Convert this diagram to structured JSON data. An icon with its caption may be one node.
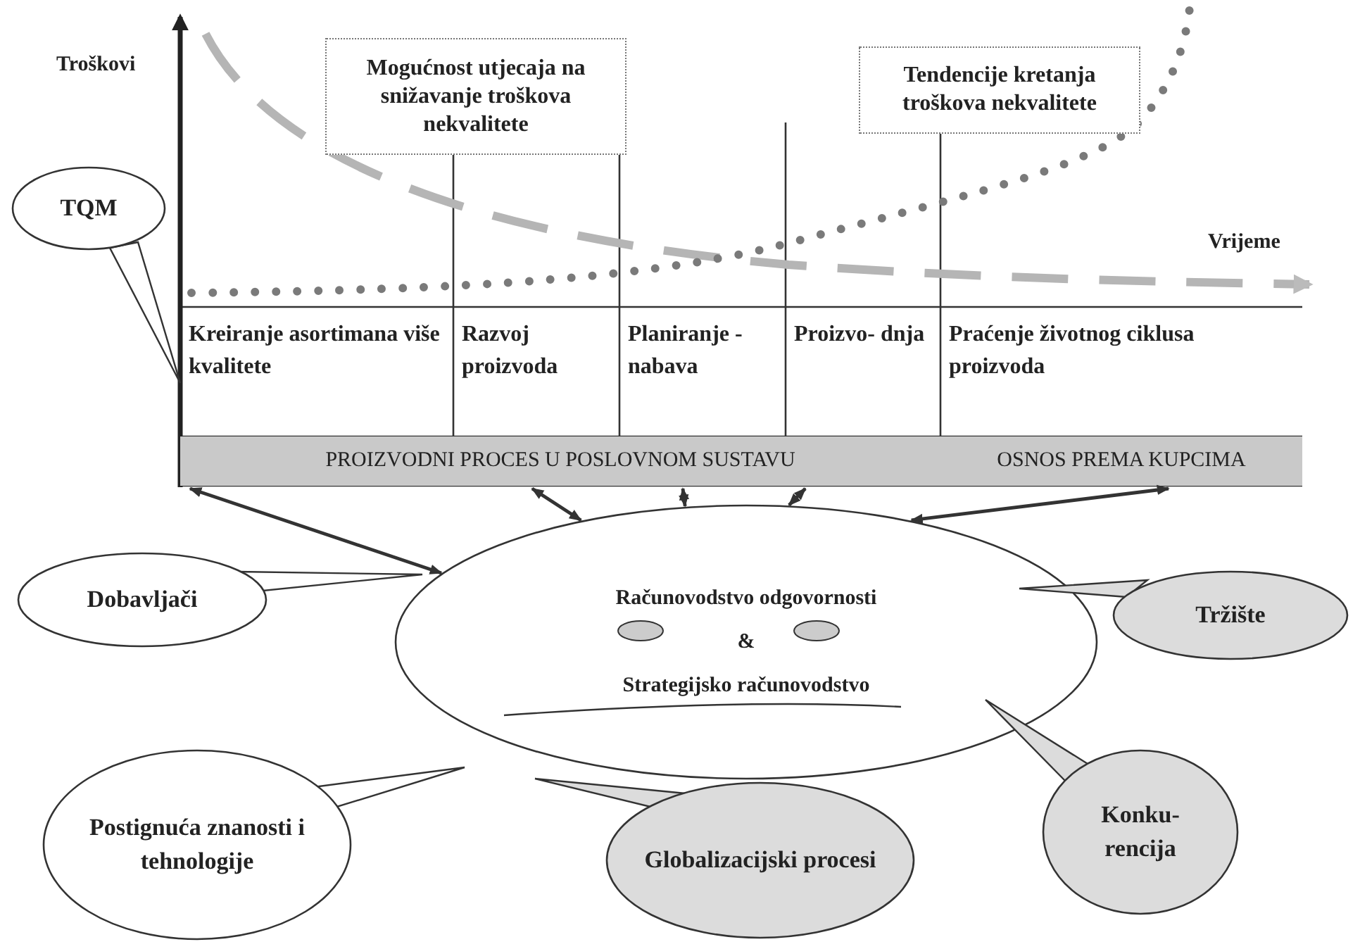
{
  "diagram": {
    "nodes": [
      {
        "text": [
          "Mogućnost utjecaja na snižavanje troškova nekvalitete"
        ]
      },
      {
        "text": [
          "Tendencije kretanja troškova nekvalitete"
        ]
      },
      {
        "text": [
          "TQM"
        ]
      },
      {
        "text": [
          "Kreiranje asortimana više kvalitete"
        ]
      },
      {
        "text": [
          "Razvoj proizvoda"
        ]
      },
      {
        "text": [
          "Planiranje - nabava"
        ]
      },
      {
        "text": [
          "Proizvo- dnja"
        ]
      },
      {
        "text": [
          "Praćenje životnog ciklusa proizvoda"
        ]
      },
      {
        "text": [
          "PROIZVODNI PROCES U POSLOVNOM SUSTAVU"
        ]
      },
      {
        "text": [
          "OSNOS PREMA KUPCIMA"
        ]
      },
      {
        "text": [
          "Računovodstvo odgovornosti",
          "&",
          "Strategijsko računovodstvo"
        ]
      },
      {
        "text": [
          "Dobavljači"
        ]
      },
      {
        "text": [
          "Tržište"
        ]
      },
      {
        "text": [
          "Postignuća znanosti i tehnologije"
        ]
      },
      {
        "text": [
          "Globalizacijski procesi"
        ]
      },
      {
        "text": [
          "Konku- rencija"
        ]
      }
    ],
    "edges": [
      {
        "from": 10,
        "to": 8,
        "arrow": "both"
      },
      {
        "from": 10,
        "to": 8,
        "arrow": "both"
      },
      {
        "from": 10,
        "to": 8,
        "arrow": "both"
      },
      {
        "from": 10,
        "to": 8,
        "arrow": "both"
      },
      {
        "from": 10,
        "to": 9,
        "arrow": "both"
      }
    ],
    "labels": [
      "Troškovi",
      "Vrijeme"
    ]
  }
}
